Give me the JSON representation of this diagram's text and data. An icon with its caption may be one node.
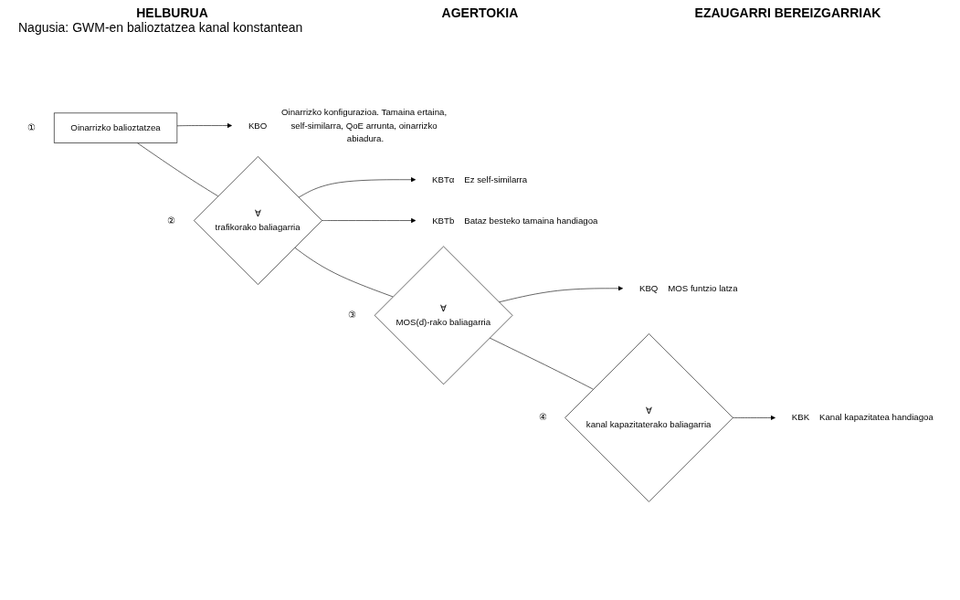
{
  "diagram": {
    "nodes": [
      {
        "text": [
          "Oinarrizko balioztatzea"
        ],
        "beside": [
          "①"
        ]
      },
      {
        "text": [
          "KBO"
        ],
        "beside": [
          "Oinarrizko konfigurazioa. Tamaina ertaina, self-similarra, QoE arrunta, oinarrizko abiadura."
        ]
      },
      {
        "text": [
          "∀",
          "trafikorako baliagarria"
        ],
        "beside": [
          "②"
        ]
      },
      {
        "text": [
          "KBTα"
        ],
        "beside": [
          "Ez self-similarra"
        ]
      },
      {
        "text": [
          "KBTb"
        ],
        "beside": [
          "Bataz besteko tamaina handiagoa"
        ]
      },
      {
        "text": [
          "∀",
          "MOS(d)-rako baliagarria"
        ],
        "beside": [
          "③"
        ]
      },
      {
        "text": [
          "KBQ"
        ],
        "beside": [
          "MOS funtzio latza"
        ]
      },
      {
        "text": [
          "∀",
          "kanal kapazitaterako baliagarria"
        ],
        "beside": [
          "④"
        ]
      },
      {
        "text": [
          "KBK"
        ],
        "beside": [
          "Kanal kapazitatea handiagoa"
        ]
      }
    ],
    "edges": [
      {
        "from": 0,
        "to": 1,
        "arrow": "to"
      },
      {
        "from": 0,
        "to": 2,
        "arrow": "none"
      },
      {
        "from": 2,
        "to": 3,
        "arrow": "to"
      },
      {
        "from": 2,
        "to": 4,
        "arrow": "to"
      },
      {
        "from": 2,
        "to": 5,
        "arrow": "none"
      },
      {
        "from": 5,
        "to": 6,
        "arrow": "to"
      },
      {
        "from": 5,
        "to": 7,
        "arrow": "none"
      },
      {
        "from": 7,
        "to": 8,
        "arrow": "to"
      }
    ],
    "labels": [
      "HELBURUA",
      "AGERTOKIA",
      "EZAUGARRI BEREIZGARRIAK",
      "Nagusia: GWM-en balioztatzea kanal konstantean"
    ]
  }
}
